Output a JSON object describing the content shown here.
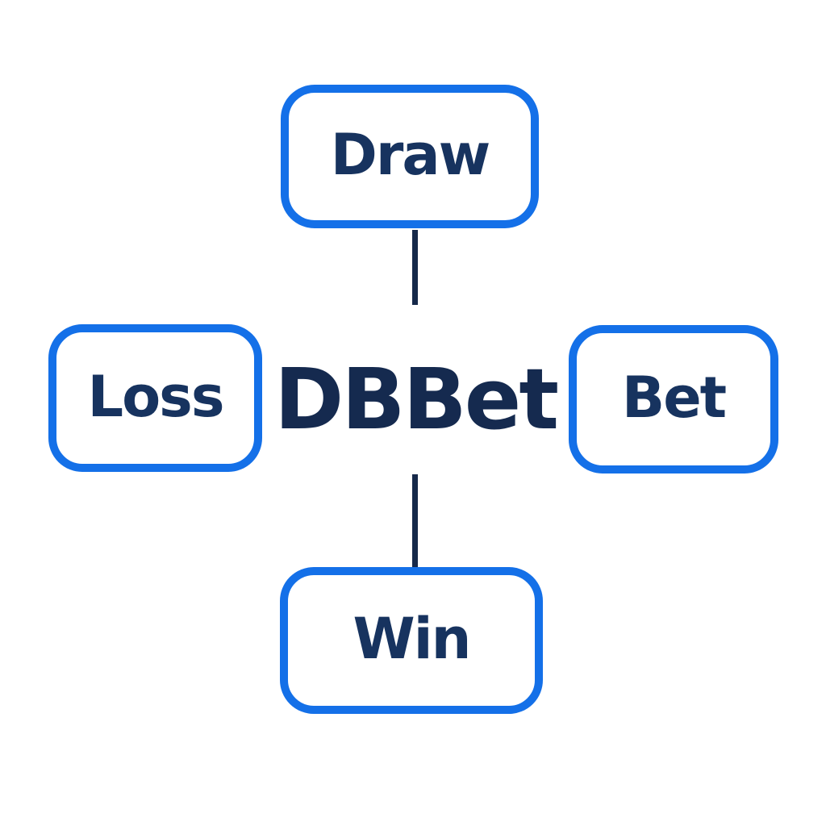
{
  "diagram": {
    "center_label": "DBBet",
    "nodes": [
      {
        "id": "draw",
        "label": "Draw",
        "position": "top"
      },
      {
        "id": "loss",
        "label": "Loss",
        "position": "left"
      },
      {
        "id": "bet",
        "label": "Bet",
        "position": "right"
      },
      {
        "id": "win",
        "label": "Win",
        "position": "bottom"
      }
    ],
    "connectors": [
      {
        "from": "draw",
        "to": "center",
        "orientation": "vertical"
      },
      {
        "from": "center",
        "to": "win",
        "orientation": "vertical"
      }
    ],
    "colors": {
      "node_border": "#1470e8",
      "node_label_text": "#17335f",
      "center_text": "#152a4f",
      "connector": "#16294a",
      "background": "#ffffff"
    }
  }
}
